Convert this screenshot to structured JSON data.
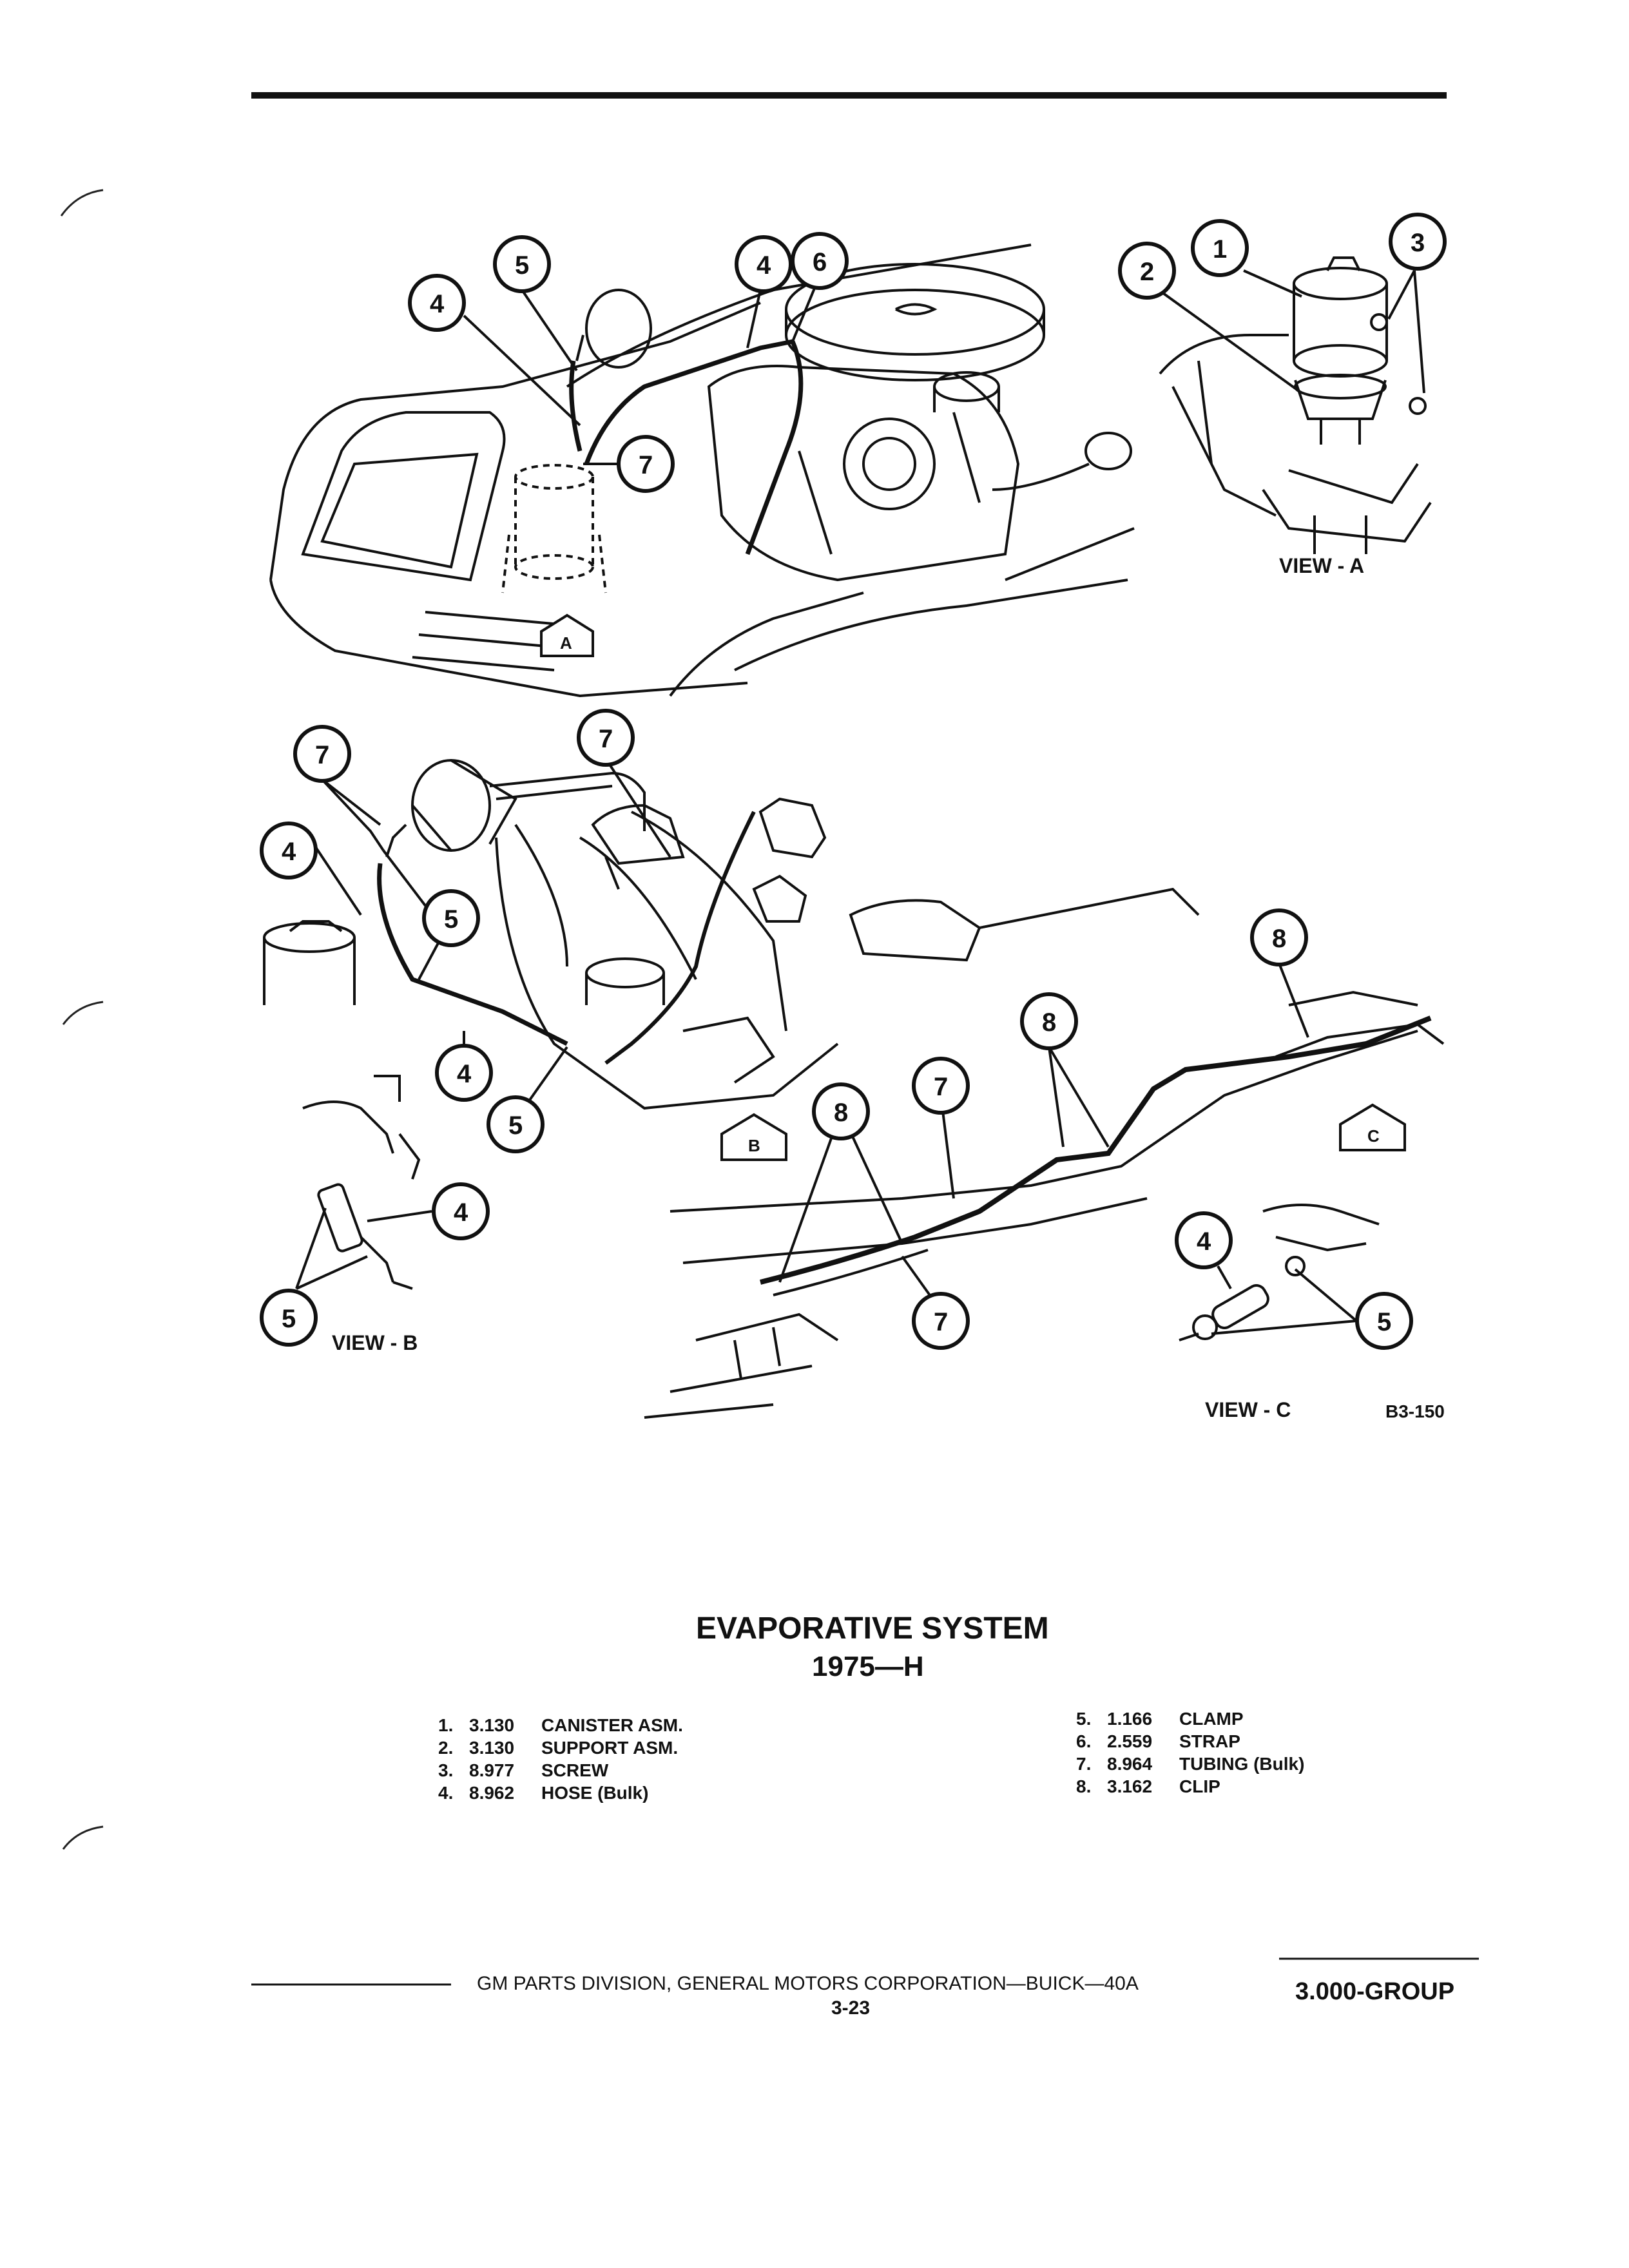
{
  "document": {
    "title": "EVAPORATIVE SYSTEM",
    "subtitle": "1975—H",
    "figure_ref": "B3-150"
  },
  "views": {
    "view_a": "VIEW - A",
    "view_b": "VIEW - B",
    "view_c": "VIEW - C",
    "marker_a": "A",
    "marker_b": "B",
    "marker_c": "C"
  },
  "callout_numbers": [
    "1",
    "2",
    "3",
    "4",
    "5",
    "6",
    "7",
    "8"
  ],
  "parts_left": [
    {
      "num": "1.",
      "code": "3.130",
      "name": "CANISTER ASM."
    },
    {
      "num": "2.",
      "code": "3.130",
      "name": "SUPPORT ASM."
    },
    {
      "num": "3.",
      "code": "8.977",
      "name": "SCREW"
    },
    {
      "num": "4.",
      "code": "8.962",
      "name": "HOSE (Bulk)"
    }
  ],
  "parts_right": [
    {
      "num": "5.",
      "code": "1.166",
      "name": "CLAMP"
    },
    {
      "num": "6.",
      "code": "2.559",
      "name": "STRAP"
    },
    {
      "num": "7.",
      "code": "8.964",
      "name": "TUBING (Bulk)"
    },
    {
      "num": "8.",
      "code": "3.162",
      "name": "CLIP"
    }
  ],
  "footer": {
    "publisher": "GM PARTS DIVISION, GENERAL MOTORS CORPORATION—BUICK—40A",
    "page": "3-23",
    "group": "3.000-GROUP"
  },
  "colors": {
    "ink": "#111111",
    "paper": "#ffffff"
  }
}
